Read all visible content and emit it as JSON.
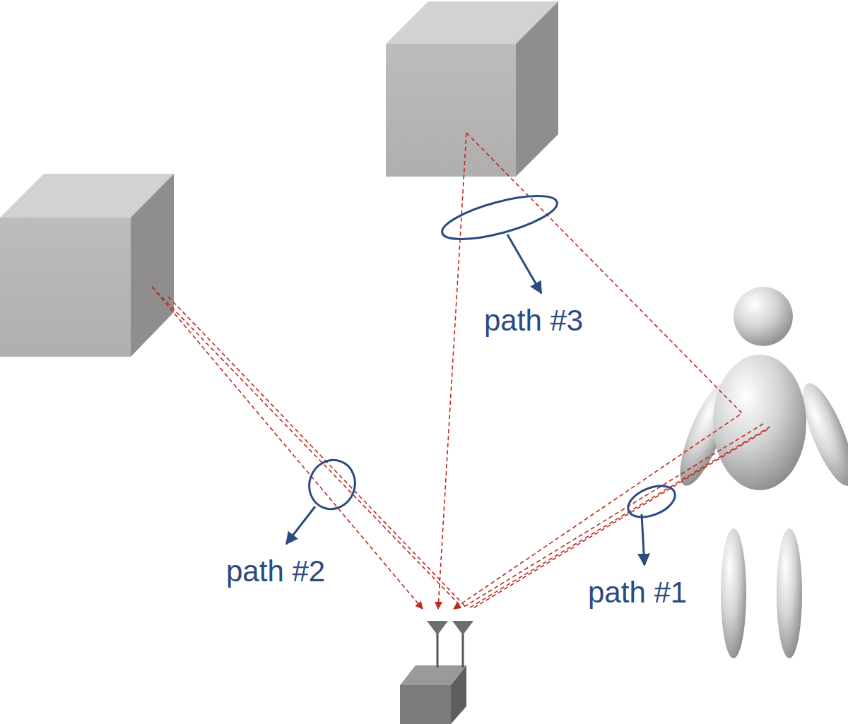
{
  "diagram": {
    "labels": [
      "path #3",
      "path #2",
      "path #1"
    ]
  }
}
